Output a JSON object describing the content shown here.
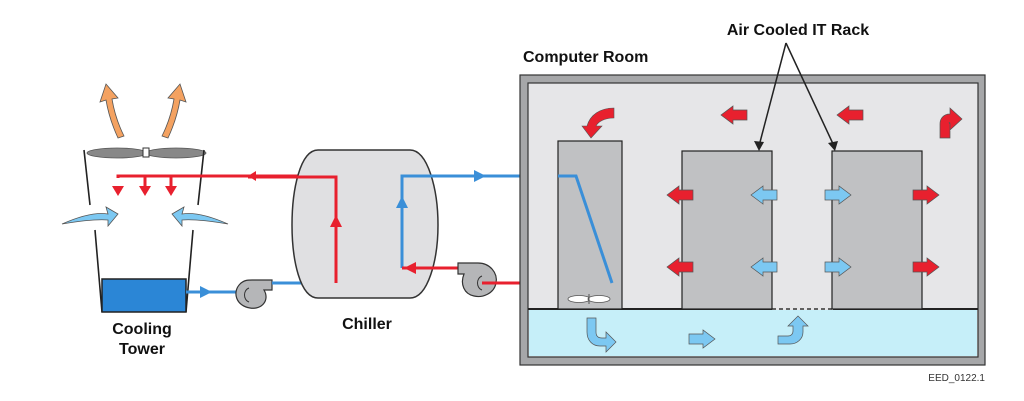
{
  "diagram": {
    "title": "Chilled water cooling system for a computer room",
    "labels": {
      "cooling_tower": [
        "Cooling",
        "Tower"
      ],
      "chiller": "Chiller",
      "computer_room": "Computer Room",
      "air_cooled_it_rack": "Air Cooled IT Rack",
      "figure_code": "EED_0122.1"
    },
    "colors": {
      "hot": "#e8202e",
      "cold": "#3a8fd8",
      "cool_air": "#7cc8f2",
      "exhaust": "#f4a261",
      "equipment_gray": "#c0c1c3",
      "room_bg": "#e6e6e8",
      "underfloor": "#c6eff9",
      "basin_water": "#2b86d6"
    },
    "components": [
      {
        "id": "cooling-tower",
        "label": "Cooling Tower"
      },
      {
        "id": "condenser-pump",
        "label": ""
      },
      {
        "id": "chiller",
        "label": "Chiller"
      },
      {
        "id": "chilled-water-pump",
        "label": ""
      },
      {
        "id": "crac-unit",
        "label": ""
      },
      {
        "id": "it-rack-1",
        "label": "Air Cooled IT Rack"
      },
      {
        "id": "it-rack-2",
        "label": "Air Cooled IT Rack"
      }
    ],
    "flows": [
      {
        "from": "chiller",
        "to": "cooling-tower",
        "medium": "hot water"
      },
      {
        "from": "cooling-tower",
        "to": "chiller",
        "medium": "cold water",
        "via": "condenser-pump"
      },
      {
        "from": "chiller",
        "to": "crac-unit",
        "medium": "chilled water"
      },
      {
        "from": "crac-unit",
        "to": "chiller",
        "medium": "warm water",
        "via": "chilled-water-pump"
      }
    ]
  }
}
